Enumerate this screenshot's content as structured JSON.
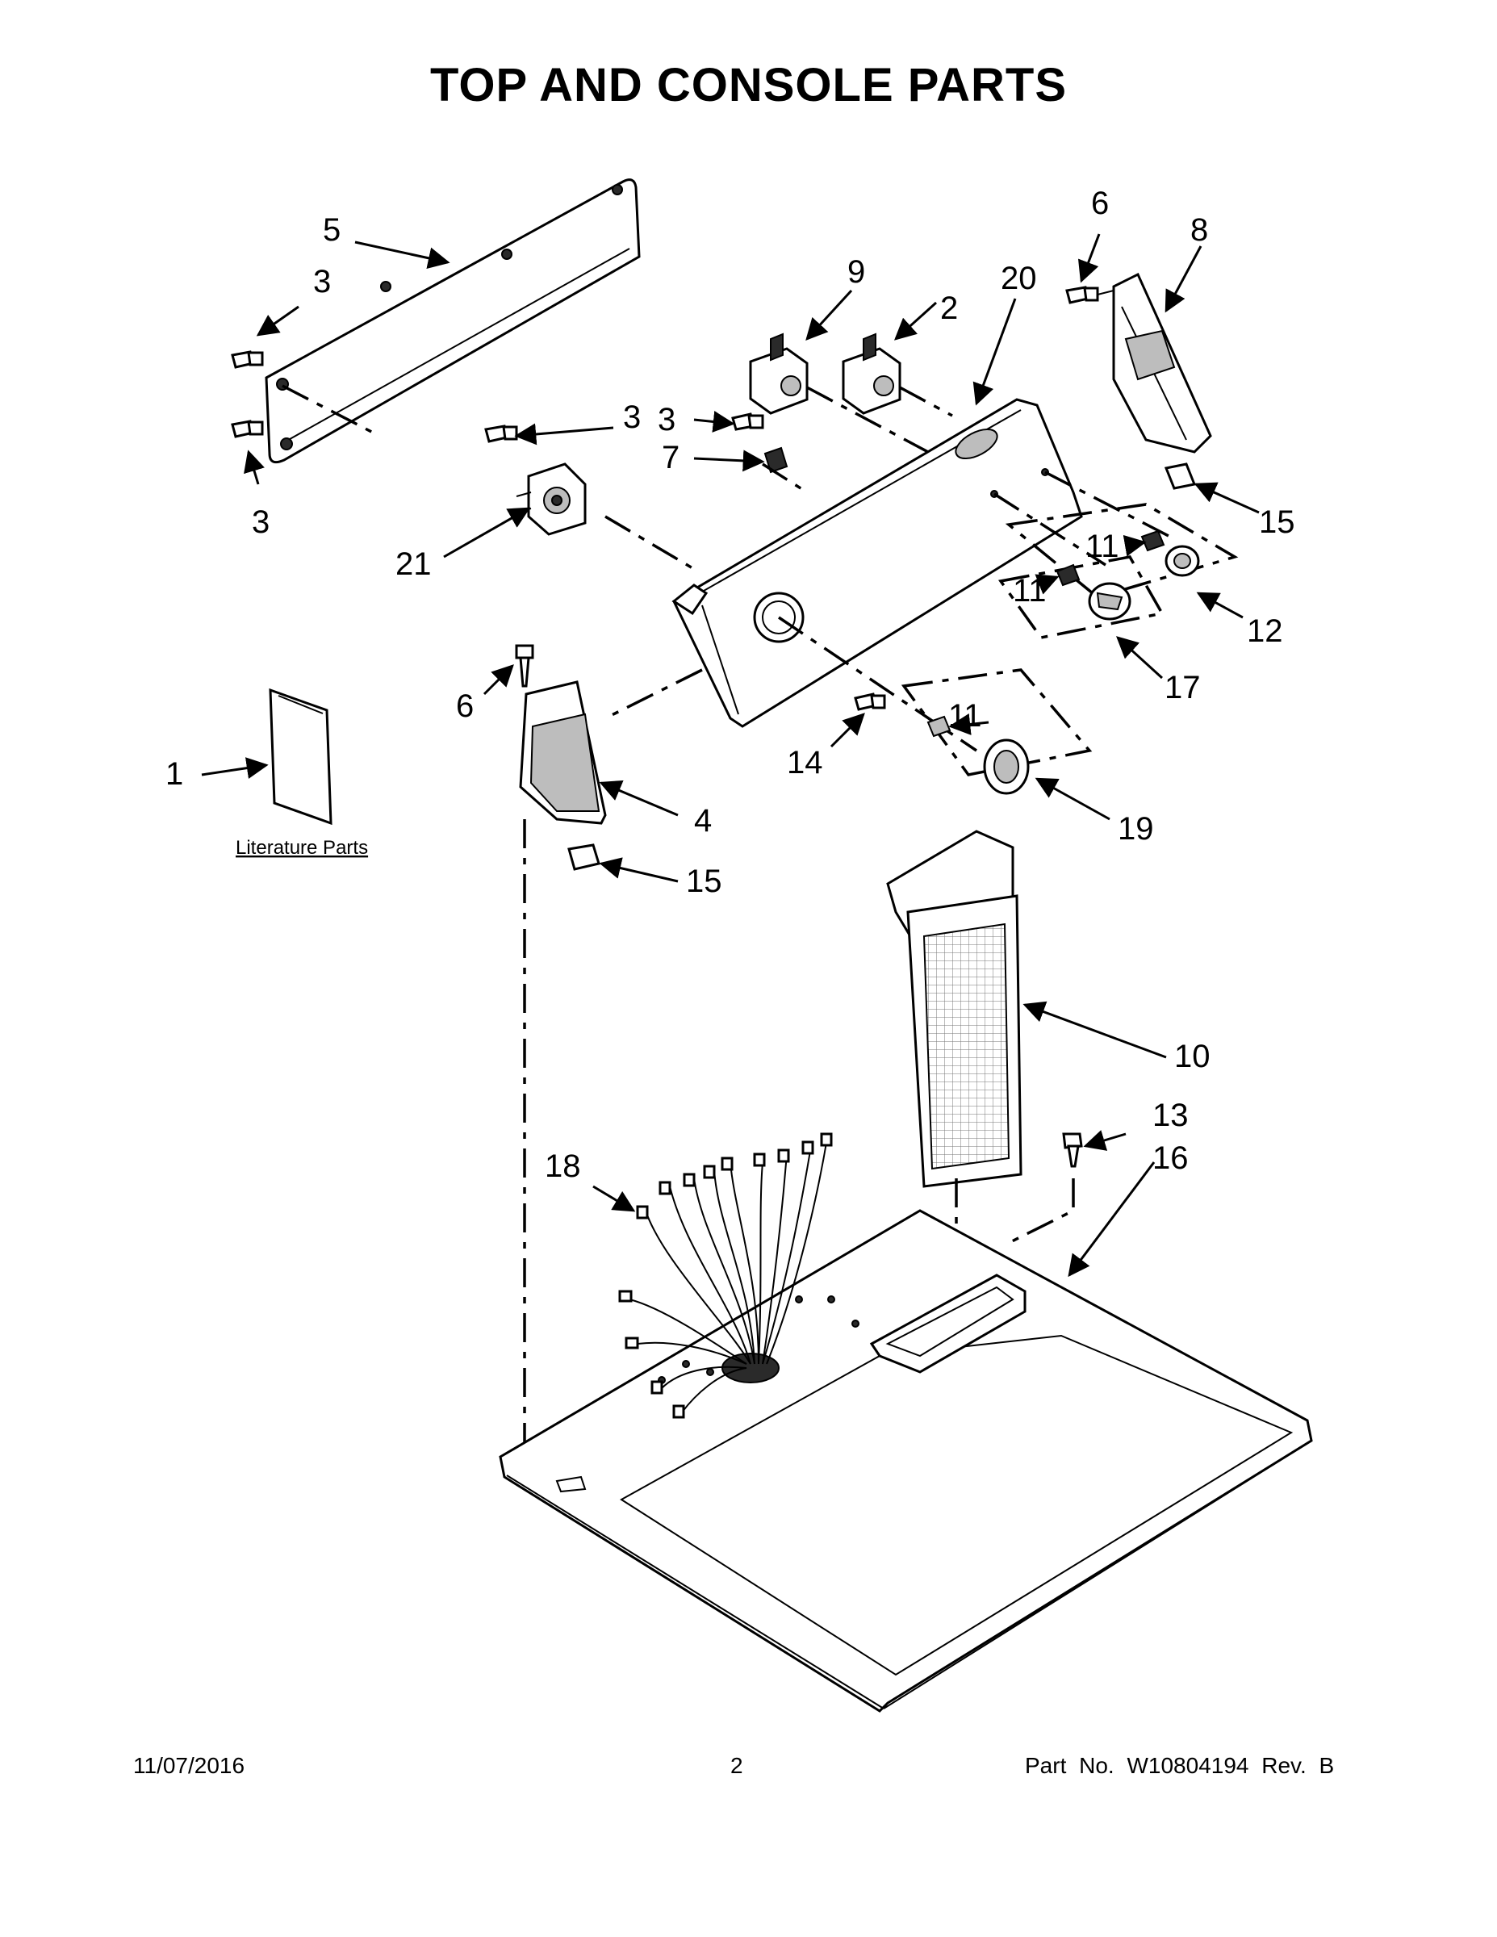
{
  "title": "TOP AND CONSOLE PARTS",
  "callouts": [
    "1",
    "2",
    "3",
    "3",
    "3",
    "3",
    "4",
    "5",
    "6",
    "6",
    "7",
    "8",
    "9",
    "10",
    "11",
    "11",
    "11",
    "12",
    "13",
    "14",
    "15",
    "15",
    "16",
    "17",
    "18",
    "19",
    "20",
    "21"
  ],
  "literature_label": "Literature Parts",
  "footer": {
    "date": "11/07/2016",
    "page": "2",
    "part_no": "Part No.  W10804194  Rev.  B"
  }
}
